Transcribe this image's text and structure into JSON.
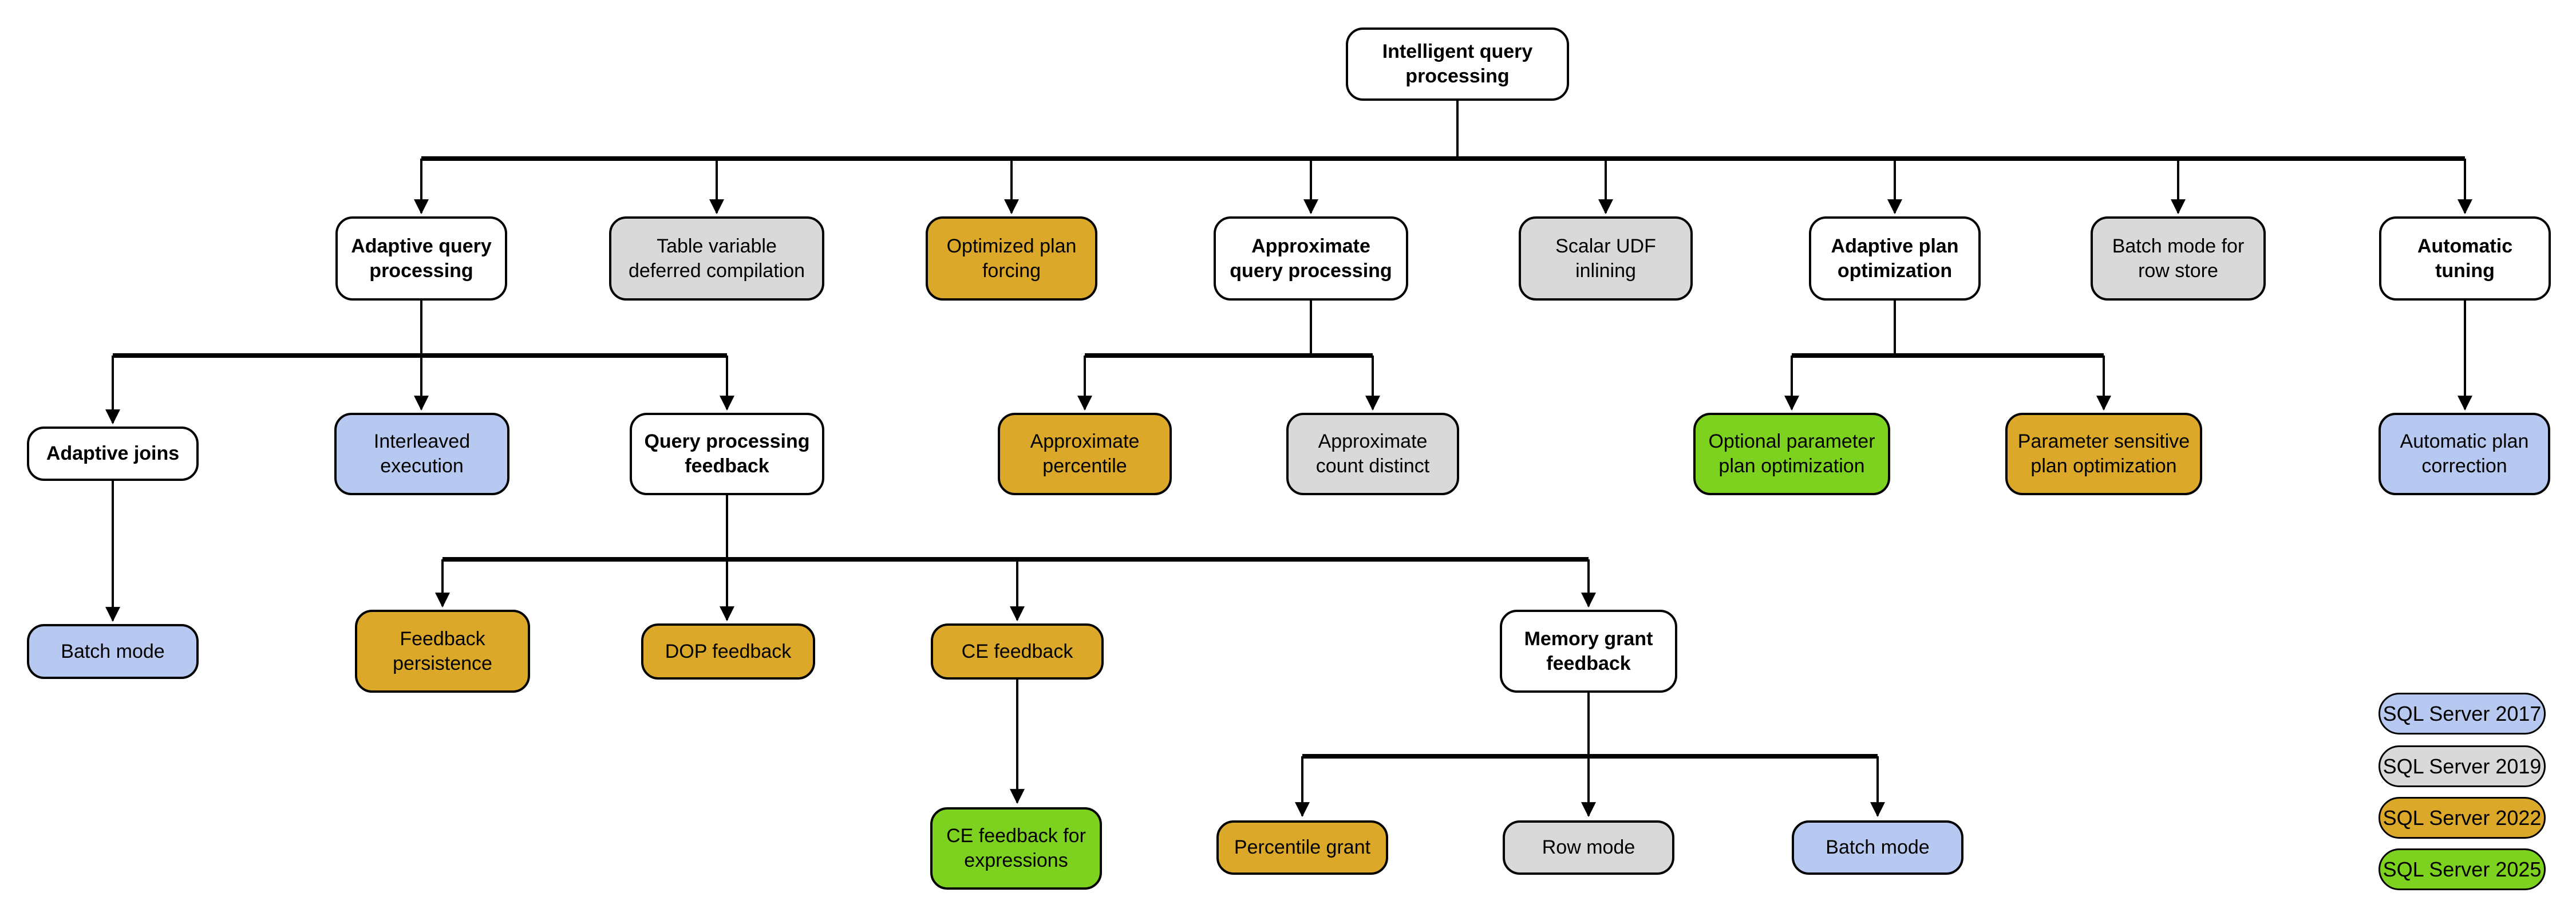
{
  "nodes": {
    "root": {
      "label": "Intelligent query processing",
      "category": "family"
    },
    "adaptive_query_processing": {
      "label": "Adaptive query processing",
      "category": "family"
    },
    "table_variable_deferred_compilation": {
      "label": "Table variable deferred compilation",
      "version": "SQL Server 2019"
    },
    "optimized_plan_forcing": {
      "label": "Optimized plan forcing",
      "version": "SQL Server 2022"
    },
    "approximate_query_processing": {
      "label": "Approximate query processing",
      "category": "family"
    },
    "scalar_udf_inlining": {
      "label": "Scalar UDF inlining",
      "version": "SQL Server 2019"
    },
    "adaptive_plan_optimization": {
      "label": "Adaptive plan optimization",
      "category": "family"
    },
    "batch_mode_for_row_store": {
      "label": "Batch mode for row store",
      "version": "SQL Server 2019"
    },
    "automatic_tuning": {
      "label": "Automatic tuning",
      "category": "family"
    },
    "adaptive_joins": {
      "label": "Adaptive joins",
      "category": "family"
    },
    "interleaved_execution": {
      "label": "Interleaved execution",
      "version": "SQL Server 2017"
    },
    "query_processing_feedback": {
      "label": "Query processing feedback",
      "category": "family"
    },
    "approximate_percentile": {
      "label": "Approximate percentile",
      "version": "SQL Server 2022"
    },
    "approximate_count_distinct": {
      "label": "Approximate count distinct",
      "version": "SQL Server 2019"
    },
    "optional_parameter_plan_optimization": {
      "label": "Optional parameter plan optimization",
      "version": "SQL Server 2025"
    },
    "parameter_sensitive_plan_optimization": {
      "label": "Parameter sensitive plan optimization",
      "version": "SQL Server 2022"
    },
    "automatic_plan_correction": {
      "label": "Automatic plan correction",
      "version": "SQL Server 2017"
    },
    "batch_mode_adaptive_joins": {
      "label": "Batch mode",
      "version": "SQL Server 2017"
    },
    "feedback_persistence": {
      "label": "Feedback persistence",
      "version": "SQL Server 2022"
    },
    "dop_feedback": {
      "label": "DOP feedback",
      "version": "SQL Server 2022"
    },
    "ce_feedback": {
      "label": "CE feedback",
      "version": "SQL Server 2022"
    },
    "memory_grant_feedback": {
      "label": "Memory grant feedback",
      "category": "family"
    },
    "ce_feedback_for_expressions": {
      "label": "CE feedback for expressions",
      "version": "SQL Server 2025"
    },
    "percentile_grant": {
      "label": "Percentile grant",
      "version": "SQL Server 2022"
    },
    "row_mode": {
      "label": "Row mode",
      "version": "SQL Server 2019"
    },
    "batch_mode_memory_grant": {
      "label": "Batch mode",
      "version": "SQL Server 2017"
    }
  },
  "legend": {
    "items": [
      {
        "label": "SQL Server 2017",
        "color": "#b7c9f0"
      },
      {
        "label": "SQL Server 2019",
        "color": "#d9d9d9"
      },
      {
        "label": "SQL Server 2022",
        "color": "#dca829"
      },
      {
        "label": "SQL Server 2025",
        "color": "#7cd21e"
      }
    ]
  },
  "colors": {
    "family_node": "#ffffff",
    "line": "#000000"
  }
}
